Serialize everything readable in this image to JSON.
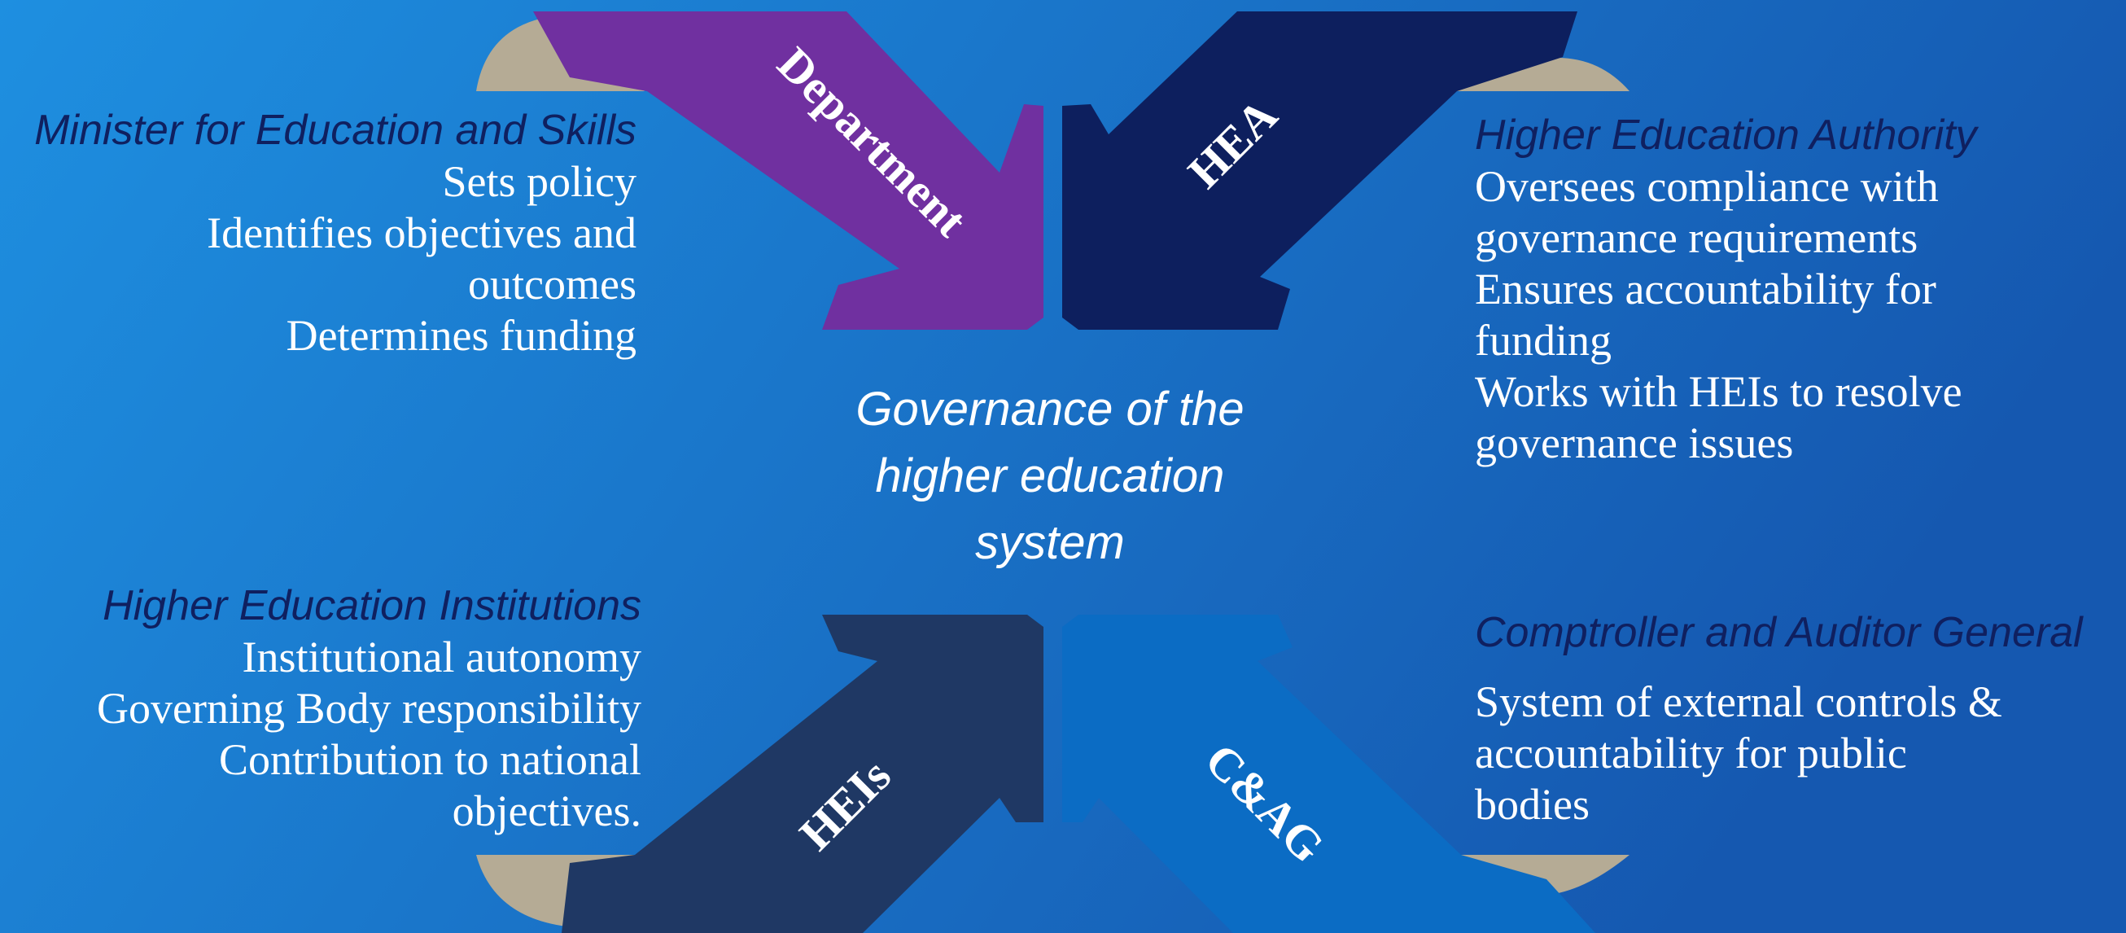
{
  "colors": {
    "bg_left": "#1e8fe0",
    "bg_right": "#1558b0",
    "department": "#7030a0",
    "hea": "#0d1f5e",
    "heis": "#1f3864",
    "cag": "#0b6cc4",
    "curl": "#b5ab95",
    "heading": "#0f2060"
  },
  "center": {
    "lines": [
      "Governance of the",
      "higher education",
      "system"
    ]
  },
  "arrows": {
    "department": "Department",
    "hea": "HEA",
    "heis": "HEIs",
    "cag": "C&AG"
  },
  "minister": {
    "heading": "Minister for Education and Skills",
    "lines": [
      "Sets policy",
      "Identifies objectives and",
      "outcomes",
      "Determines funding"
    ]
  },
  "hea_block": {
    "heading": "Higher Education Authority",
    "lines": [
      "Oversees compliance with",
      "governance requirements",
      "Ensures accountability for",
      "funding",
      "Works with HEIs to resolve",
      "governance issues"
    ]
  },
  "heis_block": {
    "heading": "Higher Education Institutions",
    "lines": [
      "Institutional autonomy",
      "Governing Body responsibility",
      "Contribution to national",
      "objectives."
    ]
  },
  "cag_block": {
    "heading": "Comptroller and Auditor General",
    "lines": [
      "System of external controls &",
      "accountability for public",
      "bodies"
    ]
  }
}
